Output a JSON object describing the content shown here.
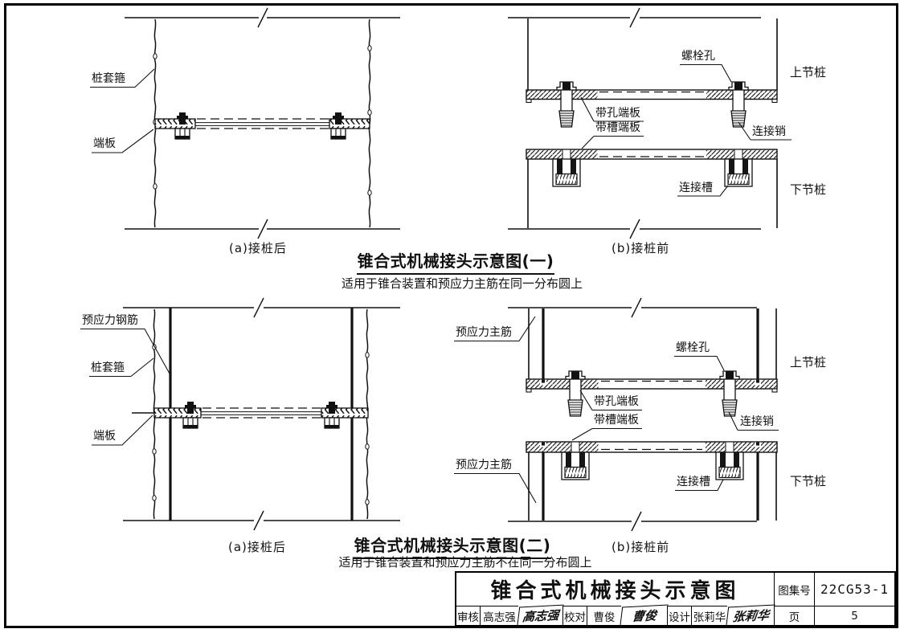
{
  "sheet": {
    "figure1": {
      "title": "锥合式机械接头示意图(一)",
      "subtitle": "适用于锥合装置和预应力主筋在同一分布圆上",
      "caption_left": "(a)接桩后",
      "caption_right": "(b)接桩前",
      "labels": {
        "pile_sleeve": "桩套箍",
        "end_plate": "端板",
        "bolt_hole": "螺栓孔",
        "upper_pile": "上节桩",
        "holed_end_plate": "带孔端板",
        "slotted_end_plate": "带槽端板",
        "connecting_pin": "连接销",
        "connecting_slot": "连接槽",
        "lower_pile": "下节桩"
      }
    },
    "figure2": {
      "title": "锥合式机械接头示意图(二)",
      "subtitle": "适用于锥合装置和预应力主筋不在同一分布圆上",
      "caption_left": "(a)接桩后",
      "caption_right": "(b)接桩前",
      "labels": {
        "prestressed_bar": "预应力钢筋",
        "pile_sleeve": "桩套箍",
        "end_plate": "端板",
        "prestressed_main_bar_upper": "预应力主筋",
        "prestressed_main_bar_lower": "预应力主筋",
        "bolt_hole": "螺栓孔",
        "upper_pile": "上节桩",
        "holed_end_plate": "带孔端板",
        "slotted_end_plate": "带槽端板",
        "connecting_pin": "连接销",
        "connecting_slot": "连接槽",
        "lower_pile": "下节桩"
      }
    },
    "title_block": {
      "drawing_title": "锥合式机械接头示意图",
      "atlas_no_label": "图集号",
      "atlas_no": "22CG53-1",
      "page_label": "页",
      "page_no": "5",
      "reviewer_label": "审核",
      "reviewer_name": "高志强",
      "reviewer_signature": "高志强",
      "checker_label": "校对",
      "checker_name": "曹俊",
      "checker_signature": "曹俊",
      "designer_label": "设计",
      "designer_name": "张莉华",
      "designer_signature": "张莉华"
    }
  }
}
